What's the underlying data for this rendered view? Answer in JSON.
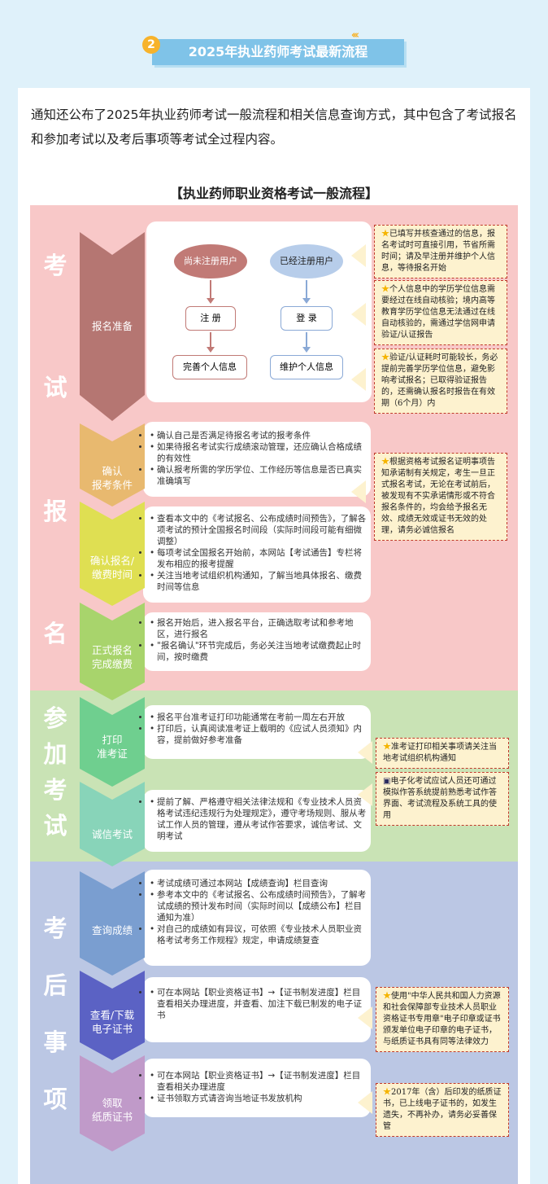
{
  "header": {
    "number": "2",
    "title": "2025年执业药师考试最新流程"
  },
  "intro": "通知还公布了2025年执业药师考试一般流程和相关信息查询方式，其中包含了考试报名和参加考试以及考后事项等考试全过程内容。",
  "flow_title": "【执业药师职业资格考试一般流程】",
  "sections": {
    "sec1": {
      "chars": [
        "考",
        "试",
        "报",
        "名"
      ],
      "color": "#f8c8c8"
    },
    "sec2": {
      "chars": [
        "参",
        "加",
        "考",
        "试"
      ],
      "color": "#c9e3b5"
    },
    "sec3": {
      "chars": [
        "考",
        "后",
        "事",
        "项"
      ],
      "color": "#bbc7e4"
    }
  },
  "steps": {
    "s1": {
      "label": "报名准备",
      "color": "#b57672"
    },
    "s2": {
      "label": "确认\n报考条件",
      "color": "#e8b96f"
    },
    "s3": {
      "label": "确认报名/\n缴费时间",
      "color": "#dfdf52"
    },
    "s4": {
      "label": "正式报名\n完成缴费",
      "color": "#a8d46c"
    },
    "s5": {
      "label": "打印\n准考证",
      "color": "#6fcf8f"
    },
    "s6": {
      "label": "诚信考试",
      "color": "#88d4b9"
    },
    "s7": {
      "label": "查询成绩",
      "color": "#7a9ed0"
    },
    "s8": {
      "label": "查看/下载\n电子证书",
      "color": "#5b62c4"
    },
    "s9": {
      "label": "领取\n纸质证书",
      "color": "#c09ac9"
    }
  },
  "prep": {
    "unreg": "尚未注册用户",
    "reg": "已经注册用户",
    "register": "注  册",
    "login": "登  录",
    "complete": "完善个人信息",
    "maintain": "维护个人信息"
  },
  "bullets": {
    "s2": [
      "确认自己是否满足待报名考试的报考条件",
      "如果待报名考试实行成绩滚动管理，还应确认合格成绩的有效性",
      "确认报考所需的学历学位、工作经历等信息是否已真实准确填写"
    ],
    "s3": [
      "查看本文中的《考试报名、公布成绩时间预告》，了解各项考试的预计全国报名时间段（实际时间段可能有细微调整）",
      "每项考试全国报名开始前，本网站【考试通告】专栏将发布相应的报考提醒",
      "关注当地考试组织机构通知，了解当地具体报名、缴费时间等信息"
    ],
    "s4": [
      "报名开始后，进入报名平台，正确选取考试和参考地区，进行报名",
      "\"报名确认\"环节完成后，务必关注当地考试缴费起止时间，按时缴费"
    ],
    "s5": [
      "报名平台准考证打印功能通常在考前一周左右开放",
      "打印后，认真阅读准考证上载明的《应试人员须知》内容，提前做好参考准备"
    ],
    "s6": [
      "提前了解、严格遵守相关法律法规和《专业技术人员资格考试违纪违规行为处理规定》，遵守考场规则、服从考试工作人员的管理，遵从考试作答要求，诚信考试、文明考试"
    ],
    "s7": [
      "考试成绩可通过本网站【成绩查询】栏目查询",
      "参考本文中的《考试报名、公布成绩时间预告》，了解考试成绩的预计发布时间（实际时间以【成绩公布】栏目通知为准）",
      "对自己的成绩如有异议，可依照《专业技术人员职业资格考试考务工作规程》规定，申请成绩复查"
    ],
    "s8": [
      "可在本网站【职业资格证书】→【证书制发进度】栏目查看相关办理进度，并查看、加注下载已制发的电子证书"
    ],
    "s9": [
      "可在本网站【职业资格证书】→【证书制发进度】栏目查看相关办理进度",
      "证书领取方式请咨询当地证书发放机构"
    ]
  },
  "notes": {
    "n1": "已填写并核查通过的信息，报名考试时可直接引用，节省所需时间；请及早注册并维护个人信息，等待报名开始",
    "n2": "个人信息中的学历学位信息需要经过在线自动核验；境内高等教育学历学位信息无法通过在线自动核验的，需通过学信网申请验证/认证报告",
    "n3": "验证/认证耗时可能较长，务必提前完善学历学位信息，避免影响考试报名；已取得验证报告的，还需确认报名时报告在有效期（6个月）内",
    "n4": "根据资格考试报名证明事项告知承诺制有关规定，考生一旦正式报名考试，无论在考试前后，被发现有不实承诺情形或不符合报名条件的，均会给予报名无效、成绩无效或证书无效的处理，请务必诚信报名",
    "n5": "准考证打印相关事项请关注当地考试组织机构通知",
    "n6": "电子化考试应试人员还可通过模拟作答系统提前熟悉考试作答界面、考试流程及系统工具的使用",
    "n7": "使用\"中华人民共和国人力资源和社会保障部专业技术人员职业资格证书专用章\"电子印章或证书颁发单位电子印章的电子证书，与纸质证书具有同等法律效力",
    "n8": "2017年（含）后印发的纸质证书，已上线电子证书的，如发生遗失，不再补办，请务必妥善保管"
  }
}
